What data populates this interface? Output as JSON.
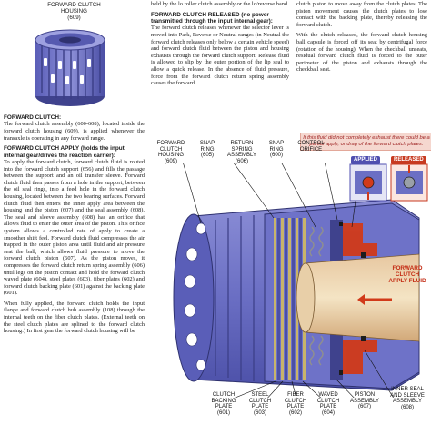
{
  "top_figure": {
    "caption_line1": "FORWARD CLUTCH",
    "caption_line2": "HOUSING",
    "caption_num": "(609)"
  },
  "col1": {
    "heading_forward_clutch": "FORWARD CLUTCH:",
    "p_forward_clutch": "The forward clutch assembly (600-608), located inside the forward clutch housing (609), is applied whenever the transaxle is operating in any forward range.",
    "heading_apply": "FORWARD CLUTCH APPLY (holds the input internal gear/drives the reaction carrier):",
    "p_apply1": "To apply the forward clutch, forward clutch fluid is routed into the forward clutch support (656) and fills the passage between the support and an oil transfer sleeve. Forward clutch fluid then passes from a hole in the support, between the oil seal rings, into a feed hole in the forward clutch housing, located between the two bearing surfaces. Forward clutch fluid then enters the inner apply area between the housing and the piston (607) and the seal assembly (608). The seal and sleeve assembly (608) has an orifice that allows fluid to enter the outer area of the piston. This orifice system allows a controlled rate of apply to create a smoother shift feel. Forward clutch fluid compresses the air trapped in the outer piston area until fluid and air pressure seat the ball, which allows fluid pressure to move the forward clutch piston (607). As the piston moves, it compresses the forward clutch return spring assembly (606) until legs on the piston contact and hold the forward clutch waved plate (604), steel plates (603), fiber plates (602) and forward clutch backing plate (601) against the backing plate (601).",
    "p_apply2": "When fully applied, the forward clutch holds the input flange and forward clutch hub assembly (108) through the internal teeth on the fiber clutch plates. (External teeth on the steel clutch plates are splined to the forward clutch housing.) In first gear the forward clutch housing will be"
  },
  "col2": {
    "p_intro": "held by the lo roller clutch assembly or the lo/reverse band.",
    "heading_released": "FORWARD CLUTCH RELEASED (no power transmitted through the input internal gear):",
    "p_released": "The forward clutch releases whenever the selector lever is moved into Park, Reverse or Neutral ranges (in Neutral the forward clutch releases only below a certain vehicle speed) and forward clutch fluid between the piston and housing exhausts through the forward clutch support. Release fluid is allowed to slip by the outer portion of the lip seal to allow a quick release. In the absence of fluid pressure, force from the forward clutch return spring assembly causes the forward"
  },
  "col3": {
    "p_cont1": "clutch piston to move away from the clutch plates. The piston movement causes the clutch plates to lose contact with the backing plate, thereby releasing the forward clutch.",
    "p_cont2": "With the clutch released, the forward clutch housing ball capsule is forced off its seat by centrifugal force (rotation of the housing). When the checkball unseats, residual forward clutch fluid is forced to the outer perimeter of the piston and exhausts through the checkball seat.",
    "note": "If this fluid did not completely exhaust there could be a partial apply, or drag of the forward clutch plates."
  },
  "diagram": {
    "top_labels": [
      {
        "name": "FORWARD CLUTCH HOUSING",
        "num": "(609)"
      },
      {
        "name": "SNAP RING",
        "num": "(605)"
      },
      {
        "name": "RETURN SPRING ASSEMBLY",
        "num": "(606)"
      },
      {
        "name": "SNAP RING",
        "num": "(600)"
      },
      {
        "name": "CONTROL ORIFICE",
        "num": ""
      }
    ],
    "bottom_labels": [
      {
        "name": "CLUTCH BACKING PLATE",
        "num": "(601)"
      },
      {
        "name": "STEEL CLUTCH PLATE",
        "num": "(603)"
      },
      {
        "name": "FIBER CLUTCH PLATE",
        "num": "(602)"
      },
      {
        "name": "WAVED CLUTCH PLATE",
        "num": "(604)"
      },
      {
        "name": "PISTON ASSEMBLY",
        "num": "(607)"
      },
      {
        "name": "INNER SEAL AND SLEEVE ASSEMBLY",
        "num": "(608)"
      }
    ],
    "applied_label": "APPLIED",
    "released_label": "RELEASED",
    "fluid_label": "FORWARD CLUTCH APPLY FLUID",
    "colors": {
      "housing": "#6b6fc4",
      "housing_dark": "#3f428d",
      "plates_gold": "#c8b46a",
      "fluid_red": "#d13a1a",
      "spring_gray": "#a9a9a9"
    }
  }
}
